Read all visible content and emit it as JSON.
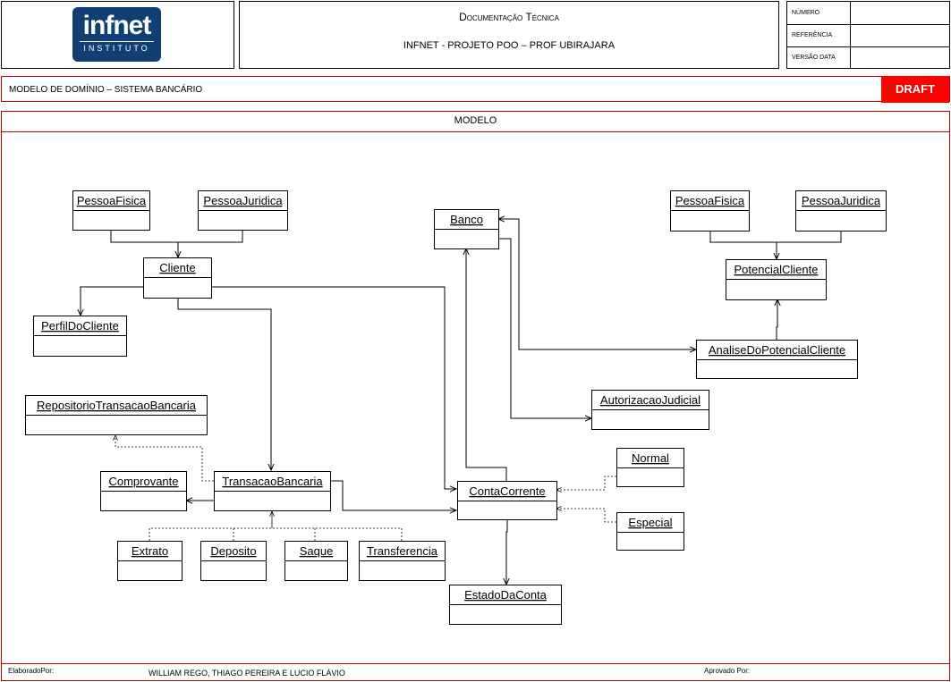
{
  "header": {
    "logo_main": "infnet",
    "logo_sub": "INSTITUTO",
    "doc_title": "Documentação Técnica",
    "project": "INFNET - PROJETO POO – PROF UBIRAJARA",
    "meta_labels": [
      "NÚMERO",
      "REFERÊNCIA",
      "VERSÃO DATA"
    ]
  },
  "subtitle": "MODELO DE DOMÍNIO – SISTEMA BANCÁRIO",
  "draft_badge": "DRAFT",
  "section_title": "MODELO",
  "diagram": {
    "classes": {
      "pf1": "PessoaFisica",
      "pj1": "PessoaJuridica",
      "cliente": "Cliente",
      "perfil": "PerfilDoCliente",
      "banco": "Banco",
      "pf2": "PessoaFisica",
      "pj2": "PessoaJuridica",
      "potencial": "PotencialCliente",
      "analise": "AnaliseDoPotencialCliente",
      "autorizacao": "AutorizacaoJudicial",
      "repositorio": "RepositorioTransacaoBancaria",
      "comprovante": "Comprovante",
      "transacao": "TransacaoBancaria",
      "conta": "ContaCorrente",
      "normal": "Normal",
      "especial": "Especial",
      "extrato": "Extrato",
      "deposito": "Deposito",
      "saque": "Saque",
      "transferencia": "Transferencia",
      "estado": "EstadoDaConta"
    }
  },
  "footer": {
    "prepared_label": "ElaboradoPor:",
    "authors": "WILLIAM REGO,  THIAGO PEREIRA E LUCIO FLÁVIO",
    "approved_label": "Aprovado Por:"
  },
  "colors": {
    "frame": "#c00000",
    "draft_bg": "#ff0000",
    "logo_bg": "#123f73"
  }
}
